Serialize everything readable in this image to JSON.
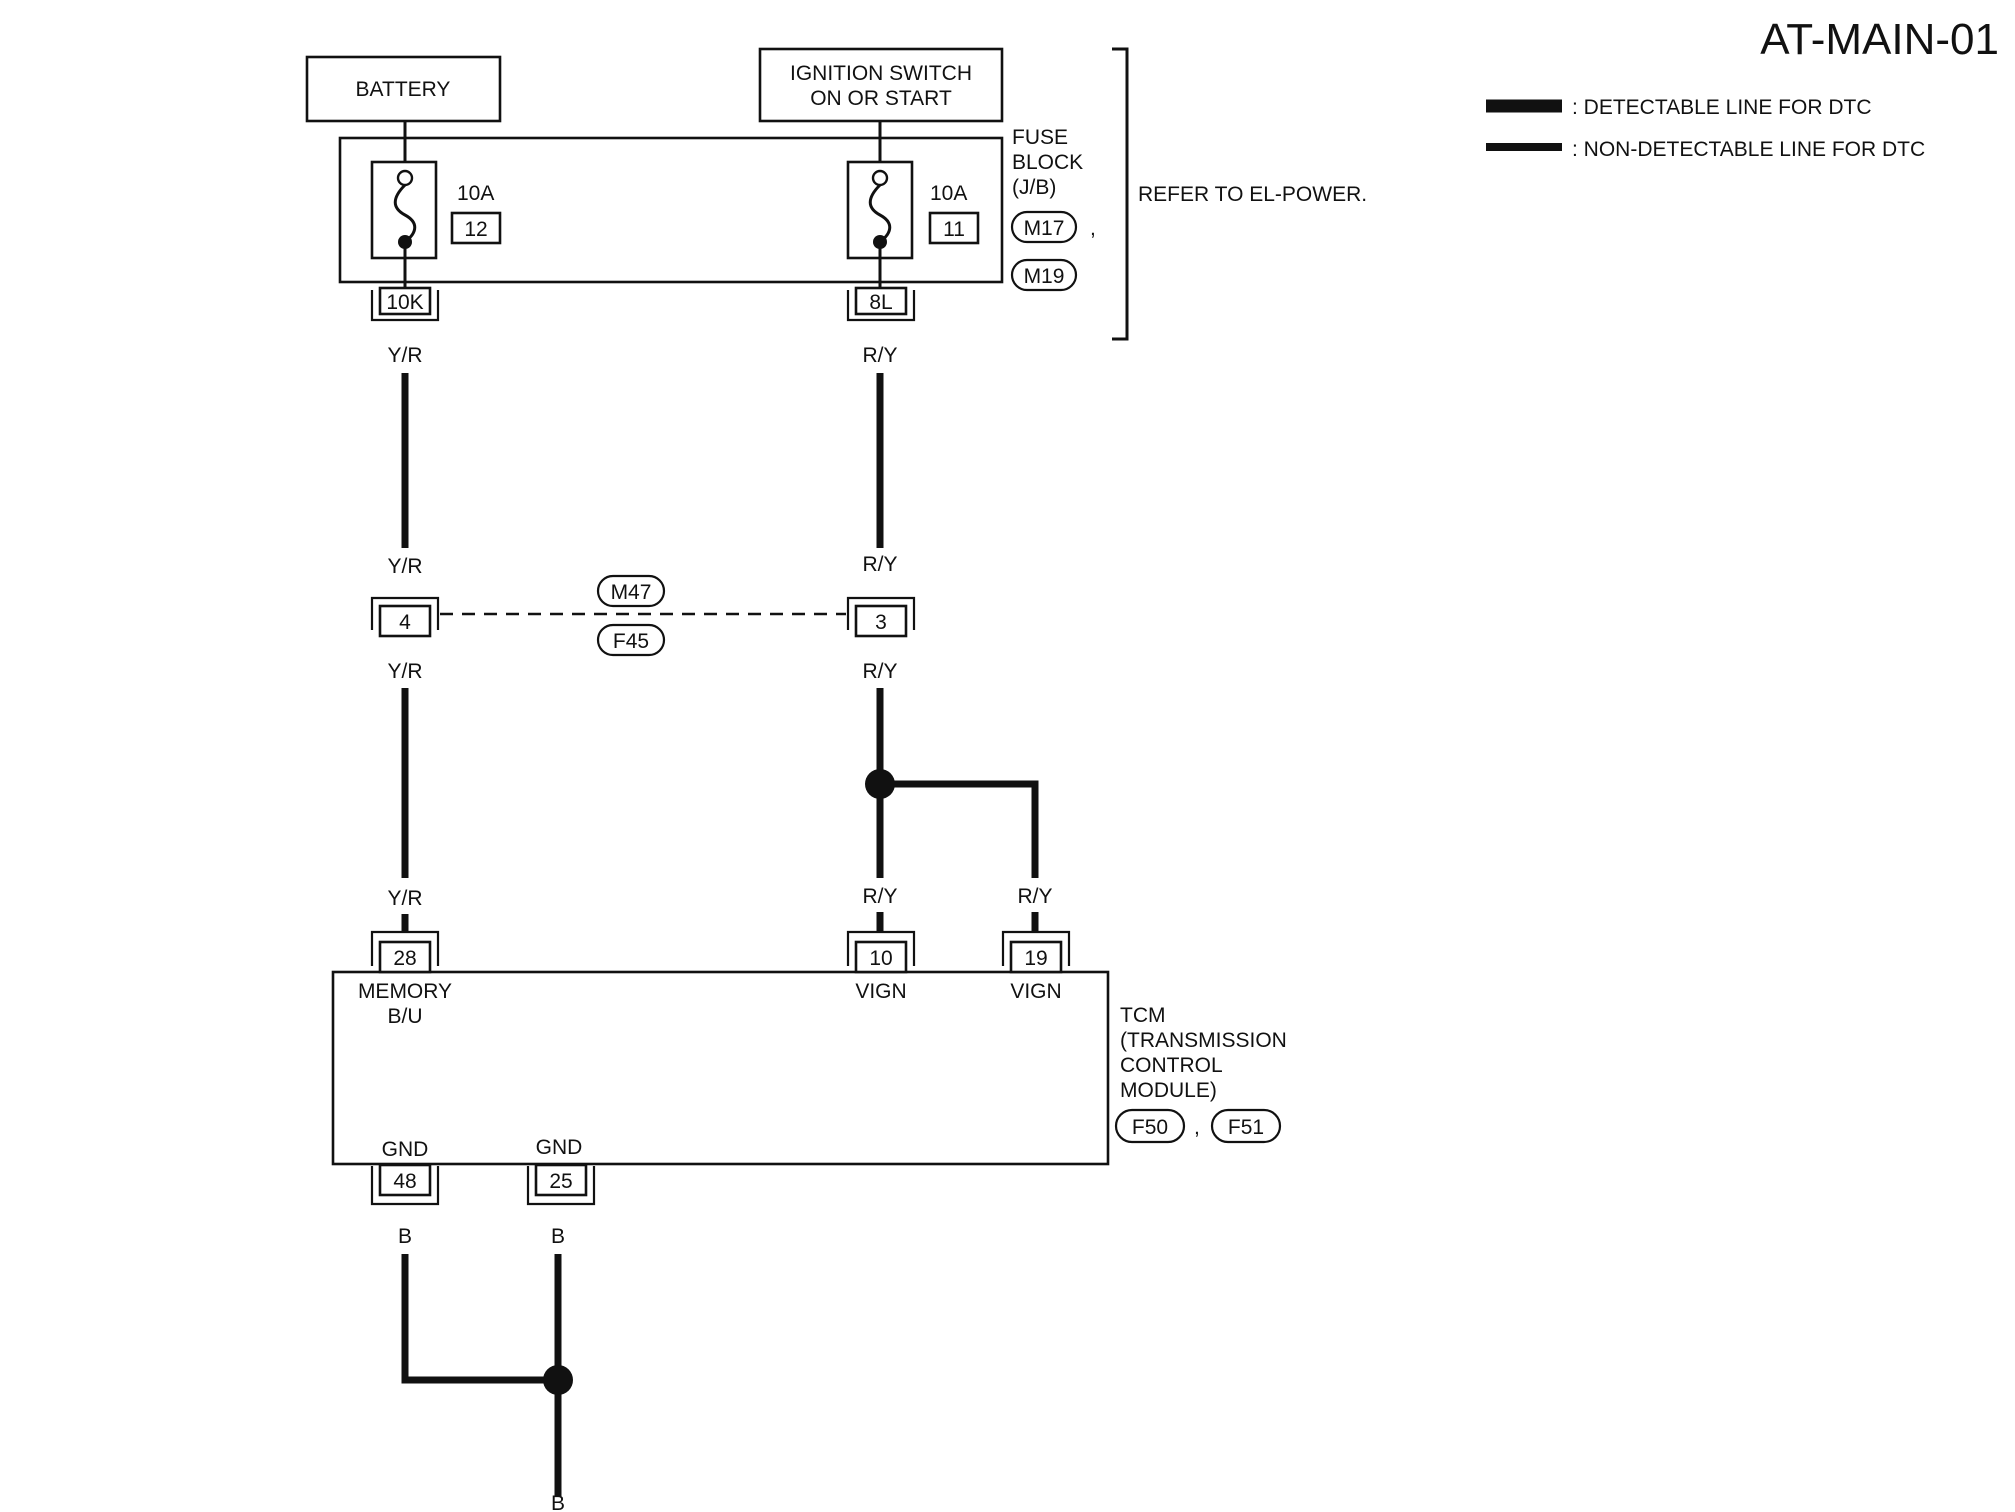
{
  "diagram_title": "AT-MAIN-01",
  "legend": {
    "detectable": ": DETECTABLE LINE FOR DTC",
    "non_detectable": ": NON-DETECTABLE LINE FOR DTC"
  },
  "sources": {
    "battery": "BATTERY",
    "ignition_line1": "IGNITION SWITCH",
    "ignition_line2": "ON OR START"
  },
  "fuse_block": {
    "label_line1": "FUSE",
    "label_line2": "BLOCK",
    "label_line3": "(J/B)",
    "conn_a": "M17",
    "conn_b": "M19",
    "comma": ",",
    "fuse_left_rating": "10A",
    "fuse_left_no": "12",
    "fuse_right_rating": "10A",
    "fuse_right_no": "11",
    "term_left": "10K",
    "term_right": "8L"
  },
  "refer_note": "REFER TO EL-POWER.",
  "wire_colors": {
    "yr": "Y/R",
    "ry": "R/Y",
    "b": "B"
  },
  "joint_connector": {
    "conn_a": "M47",
    "conn_b": "F45",
    "pin_left": "4",
    "pin_right": "3"
  },
  "tcm": {
    "line1": "TCM",
    "line2": "(TRANSMISSION",
    "line3": "CONTROL",
    "line4": "MODULE)",
    "conn_a": "F50",
    "conn_b": "F51",
    "comma": ",",
    "pin_28": "28",
    "pin_28_name1": "MEMORY",
    "pin_28_name2": "B/U",
    "pin_10": "10",
    "pin_10_name": "VIGN",
    "pin_19": "19",
    "pin_19_name": "VIGN",
    "pin_48": "48",
    "pin_48_name": "GND",
    "pin_25": "25",
    "pin_25_name": "GND"
  }
}
